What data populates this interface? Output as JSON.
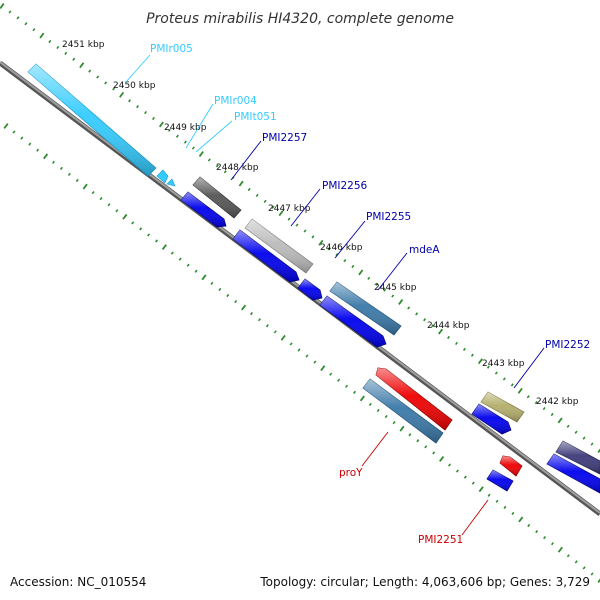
{
  "title": "Proteus mirabilis HI4320, complete genome",
  "footer": {
    "accession": "Accession: NC_010554",
    "summary": "Topology: circular; Length: 4,063,606 bp; Genes: 3,729"
  },
  "colors": {
    "backbone": "#808080",
    "tick": "#2e8b2e",
    "cds": "#0000ee",
    "rrna": "#33ccff",
    "trna": "#2bb8e8",
    "misc": "#555555",
    "pseudo": "#bbbbbb",
    "feature_blue": "#3a78a8",
    "rna_red": "#ee0000",
    "olive": "#b3ad6a",
    "purple": "#3c3a78"
  },
  "kbp_ticks": [
    {
      "label": "2451 kbp",
      "pos": 2451
    },
    {
      "label": "2450 kbp",
      "pos": 2450
    },
    {
      "label": "2449 kbp",
      "pos": 2449
    },
    {
      "label": "2448 kbp",
      "pos": 2448
    },
    {
      "label": "2447 kbp",
      "pos": 2447
    },
    {
      "label": "2446 kbp",
      "pos": 2446
    },
    {
      "label": "2445 kbp",
      "pos": 2445
    },
    {
      "label": "2444 kbp",
      "pos": 2444
    },
    {
      "label": "2443 kbp",
      "pos": 2443
    },
    {
      "label": "2442 kbp",
      "pos": 2442
    }
  ],
  "gene_labels": [
    {
      "name": "PMIr005",
      "type": "rrna"
    },
    {
      "name": "PMIr004",
      "type": "rrna"
    },
    {
      "name": "PMIt051",
      "type": "trna"
    },
    {
      "name": "PMI2257",
      "type": "cds"
    },
    {
      "name": "PMI2256",
      "type": "cds"
    },
    {
      "name": "PMI2255",
      "type": "cds"
    },
    {
      "name": "mdeA",
      "type": "cds"
    },
    {
      "name": "PMI2252",
      "type": "cds"
    },
    {
      "name": "proY",
      "type": "rna_red"
    },
    {
      "name": "PMI2251",
      "type": "rna_red"
    }
  ]
}
